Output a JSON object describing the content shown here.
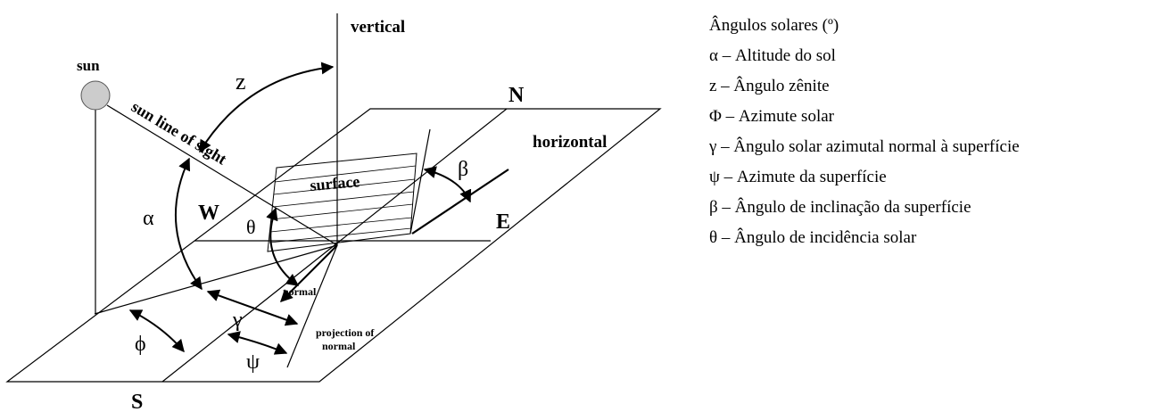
{
  "diagram": {
    "labels": {
      "vertical": "vertical",
      "sun": "sun",
      "z": "z",
      "N": "N",
      "horizontal": "horizontal",
      "sun_line_of_sight": "sun line of sight",
      "surface": "surface",
      "beta": "β",
      "alpha": "α",
      "W": "W",
      "theta": "θ",
      "E": "E",
      "normal": "normal",
      "gamma": "γ",
      "projection_of_normal": [
        "projection of",
        "normal"
      ],
      "phi": "ϕ",
      "psi": "ψ",
      "S": "S"
    }
  },
  "legend": {
    "title": "Ângulos solares (º)",
    "items": [
      "α – Altitude do sol",
      "z – Ângulo  zênite",
      "Φ – Azimute solar",
      "γ – Ângulo solar azimutal normal à superfície",
      "ψ – Azimute da superfície",
      "β – Ângulo de inclinação da superfície",
      "θ – Ângulo de incidência solar"
    ]
  }
}
